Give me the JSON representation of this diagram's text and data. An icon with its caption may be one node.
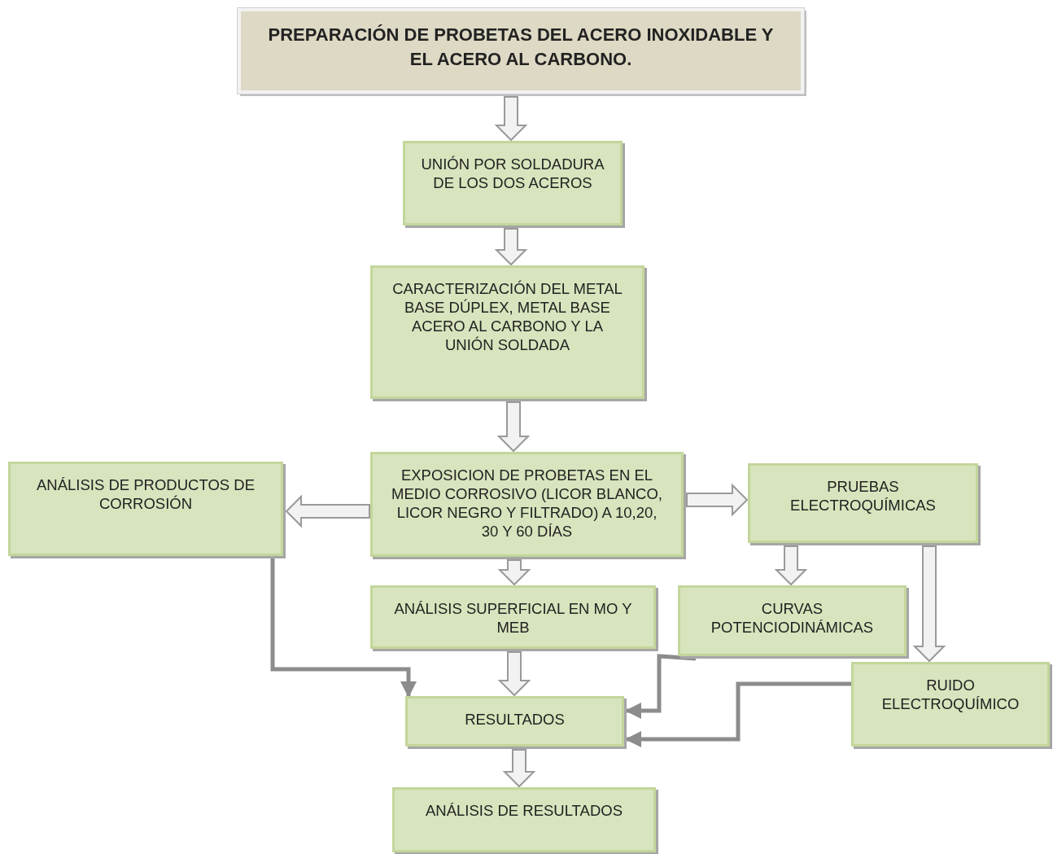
{
  "diagram": {
    "nodes": [
      {
        "text": [
          "PREPARACIÓN DE PROBETAS DEL ACERO INOXIDABLE Y EL ACERO AL CARBONO."
        ]
      },
      {
        "text": [
          "UNIÓN POR SOLDADURA DE LOS DOS ACEROS"
        ]
      },
      {
        "text": [
          "CARACTERIZACIÓN DEL METAL BASE DÚPLEX, METAL BASE ACERO AL CARBONO Y LA UNIÓN SOLDADA"
        ]
      },
      {
        "text": [
          "EXPOSICION DE PROBETAS EN EL MEDIO CORROSIVO (LICOR BLANCO, LICOR NEGRO Y FILTRADO) A 10,20, 30 Y 60 DÍAS"
        ]
      },
      {
        "text": [
          "ANÁLISIS DE PRODUCTOS DE CORROSIÓN"
        ]
      },
      {
        "text": [
          "PRUEBAS ELECTROQUÍMICAS"
        ]
      },
      {
        "text": [
          "ANÁLISIS SUPERFICIAL EN MO Y MEB"
        ]
      },
      {
        "text": [
          "CURVAS POTENCIODINÁMICAS"
        ]
      },
      {
        "text": [
          "RUIDO ELECTROQUÍMICO"
        ]
      },
      {
        "text": [
          "RESULTADOS"
        ]
      },
      {
        "text": [
          "ANÁLISIS DE RESULTADOS"
        ]
      }
    ],
    "edges": [
      {
        "from": 0,
        "to": 1,
        "arrow": "to"
      },
      {
        "from": 1,
        "to": 2,
        "arrow": "to"
      },
      {
        "from": 2,
        "to": 3,
        "arrow": "to"
      },
      {
        "from": 3,
        "to": 4,
        "arrow": "to"
      },
      {
        "from": 3,
        "to": 5,
        "arrow": "to"
      },
      {
        "from": 3,
        "to": 6,
        "arrow": "to"
      },
      {
        "from": 5,
        "to": 7,
        "arrow": "to"
      },
      {
        "from": 5,
        "to": 8,
        "arrow": "to"
      },
      {
        "from": 6,
        "to": 9,
        "arrow": "to"
      },
      {
        "from": 4,
        "to": 9,
        "arrow": "to",
        "color": "#8c8c8c"
      },
      {
        "from": 7,
        "to": 9,
        "arrow": "to",
        "color": "#8c8c8c"
      },
      {
        "from": 8,
        "to": 9,
        "arrow": "to",
        "color": "#8c8c8c"
      },
      {
        "from": 9,
        "to": 10,
        "arrow": "to"
      }
    ]
  }
}
